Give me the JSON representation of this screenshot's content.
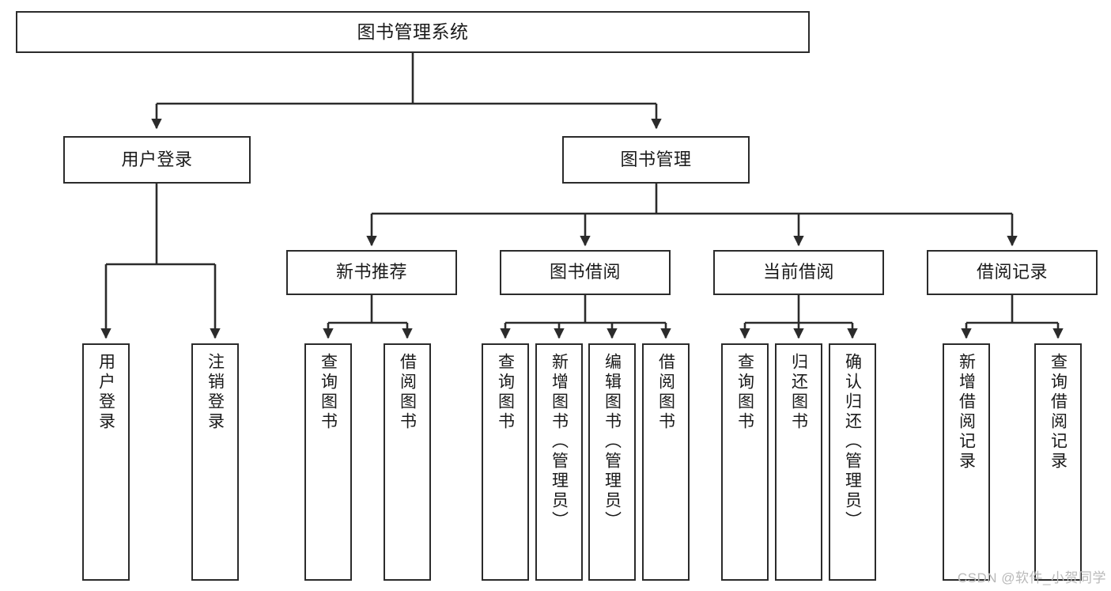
{
  "diagram": {
    "type": "tree",
    "title": "图书管理系统",
    "stroke_color": "#2b2b2b",
    "background_color": "#ffffff",
    "text_color": "#1a1a1a"
  },
  "watermark": {
    "text": "CSDN @软件_小贺同学",
    "color": "#b9b9b9"
  },
  "nodes": {
    "root": {
      "label": "图书管理系统"
    },
    "level2": [
      {
        "id": "user-login",
        "label": "用户登录"
      },
      {
        "id": "book-manage",
        "label": "图书管理"
      }
    ],
    "level3": [
      {
        "id": "new-book-rec",
        "label": "新书推荐"
      },
      {
        "id": "book-borrow",
        "label": "图书借阅"
      },
      {
        "id": "current-borrow",
        "label": "当前借阅"
      },
      {
        "id": "borrow-record",
        "label": "借阅记录"
      }
    ],
    "leaves": {
      "user_login": [
        {
          "id": "leaf-user-login",
          "label": "用户登录"
        },
        {
          "id": "leaf-logout",
          "label": "注销登录"
        }
      ],
      "new_book_rec": [
        {
          "id": "leaf-query-book-1",
          "label": "查询图书"
        },
        {
          "id": "leaf-borrow-book-1",
          "label": "借阅图书"
        }
      ],
      "book_borrow": [
        {
          "id": "leaf-query-book-2",
          "label": "查询图书"
        },
        {
          "id": "leaf-add-book",
          "label": "新增图书（管理员）"
        },
        {
          "id": "leaf-edit-book",
          "label": "编辑图书（管理员）"
        },
        {
          "id": "leaf-borrow-book-2",
          "label": "借阅图书"
        }
      ],
      "current_borrow": [
        {
          "id": "leaf-query-book-3",
          "label": "查询图书"
        },
        {
          "id": "leaf-return-book",
          "label": "归还图书"
        },
        {
          "id": "leaf-confirm-return",
          "label": "确认归还（管理员）"
        }
      ],
      "borrow_record": [
        {
          "id": "leaf-add-record",
          "label": "新增借阅记录"
        },
        {
          "id": "leaf-query-record",
          "label": "查询借阅记录"
        }
      ]
    }
  }
}
